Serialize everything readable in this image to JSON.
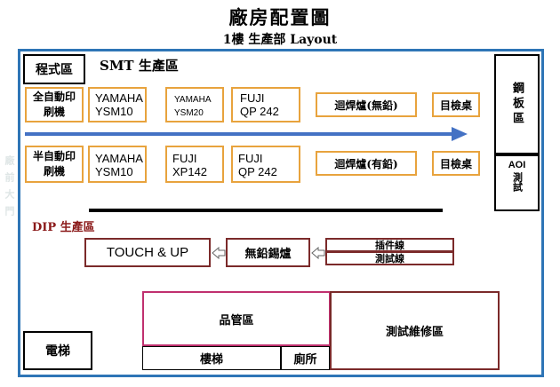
{
  "header": {
    "title": "廠房配置圖",
    "subtitle": "1樓 生產部 Layout"
  },
  "smt": {
    "section_label": "SMT 生產區",
    "program_area": "程式區",
    "row1": {
      "printer": "全自動印刷機",
      "m1_line1": "YAMAHA",
      "m1_line2": "YSM10",
      "m2_line1": "YAMAHA",
      "m2_line2": "YSM20",
      "m3_line1": "FUJI",
      "m3_line2": "QP 242",
      "reflow": "迴焊爐(無鉛)",
      "inspect": "目檢桌"
    },
    "row2": {
      "printer": "半自動印刷機",
      "m1_line1": "YAMAHA",
      "m1_line2": "YSM10",
      "m2_line1": "FUJI",
      "m2_line2": "XP142",
      "m3_line1": "FUJI",
      "m3_line2": "QP 242",
      "reflow": "迴焊爐(有鉛)",
      "inspect": "目檢桌"
    },
    "stencil_area": "鋼板區",
    "aoi_line1": "AOI",
    "aoi_line2": "測試"
  },
  "dip": {
    "section_label": "DIP 生產區",
    "touch_up": "TOUCH & UP",
    "solder": "無鉛錫爐",
    "insert_line": "插件線",
    "test_line": "測試線"
  },
  "bottom": {
    "qc_area": "品管區",
    "repair_area": "測試維修區",
    "stairs": "樓梯",
    "restroom": "廁所",
    "elevator": "電梯",
    "main_entrance": "廠前大門"
  }
}
